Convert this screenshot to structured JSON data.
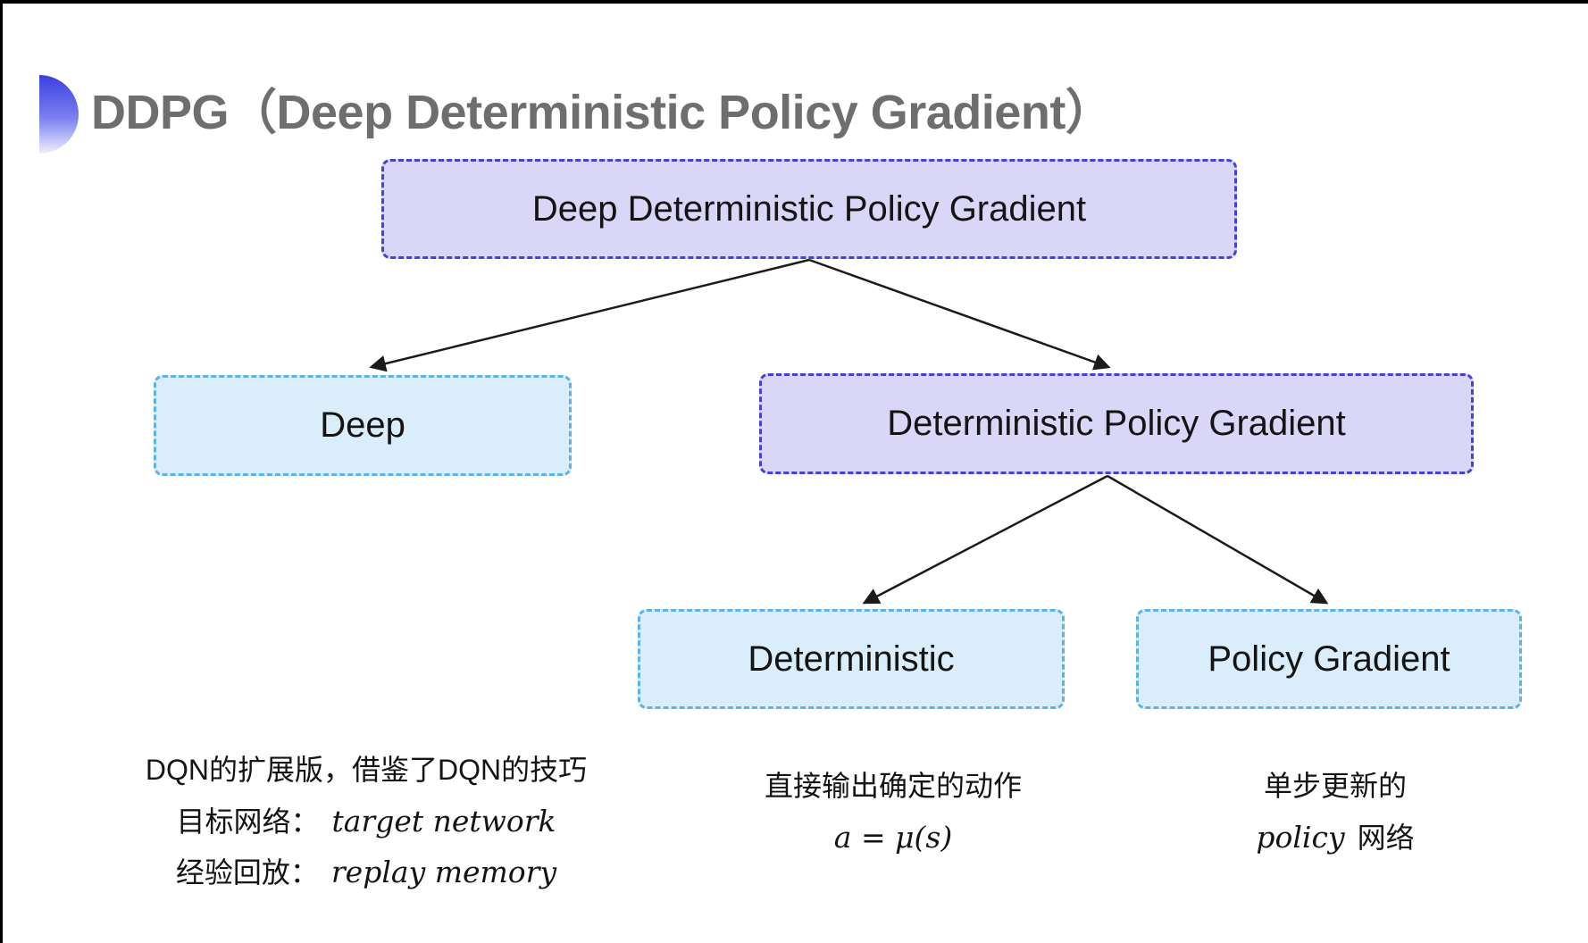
{
  "title": "DDPG（Deep Deterministic Policy Gradient）",
  "nodes": {
    "root": {
      "label": "Deep Deterministic Policy Gradient"
    },
    "deep": {
      "label": "Deep"
    },
    "dpg": {
      "label": "Deterministic Policy Gradient"
    },
    "deterministic": {
      "label": "Deterministic"
    },
    "policy_gradient": {
      "label": "Policy Gradient"
    }
  },
  "notes": {
    "deep": {
      "line1": "DQN的扩展版，借鉴了DQN的技巧",
      "target_label": "目标网络：",
      "target_value": "target network",
      "replay_label": "经验回放：",
      "replay_value": "replay memory"
    },
    "deterministic": {
      "line1": "直接输出确定的动作",
      "formula": "a = μ(s)"
    },
    "policy_gradient": {
      "line1": "单步更新的",
      "word_en": "policy",
      "word_zh": "网络"
    }
  },
  "colors": {
    "purple_fill": "#d9d6f7",
    "purple_border": "#4541d6",
    "cyan_fill": "#d9eefa",
    "cyan_border": "#5fb3e4",
    "title_gray": "#6e6e6e",
    "bullet_gradient_top": "#3a40e2",
    "bullet_gradient_bottom": "#eef0fe",
    "arrow": "#1b1b1b",
    "text": "#141414"
  }
}
